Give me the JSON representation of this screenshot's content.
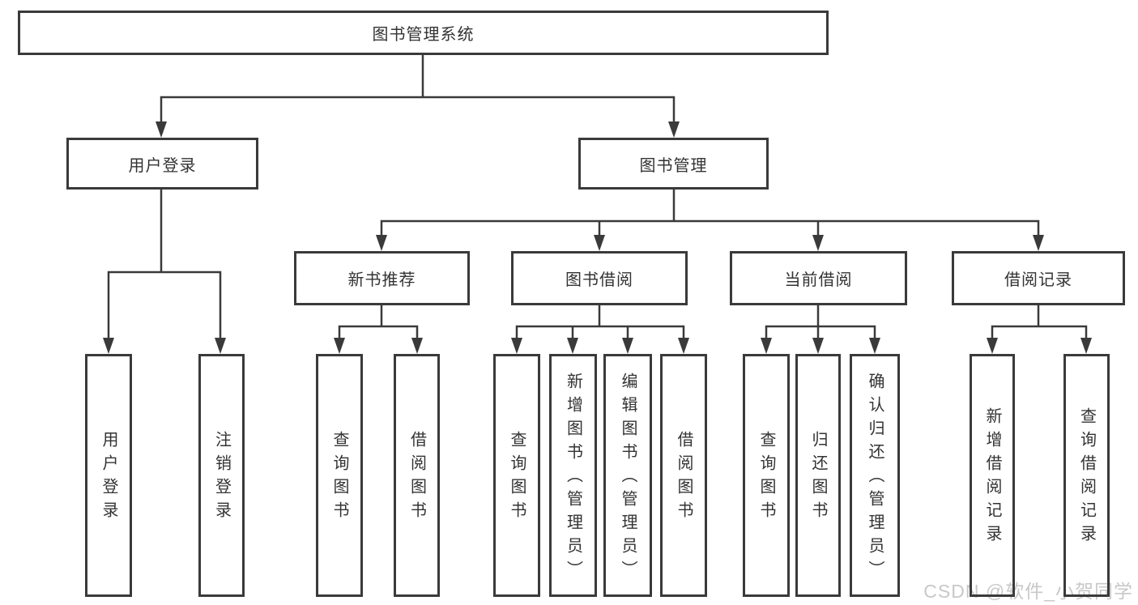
{
  "diagram": {
    "title": "图书管理系统",
    "modules": [
      {
        "label": "用户登录",
        "features": [
          {
            "label": "用户登录"
          },
          {
            "label": "注销登录"
          }
        ]
      },
      {
        "label": "图书管理",
        "submodules": [
          {
            "label": "新书推荐",
            "features": [
              {
                "label": "查询图书"
              },
              {
                "label": "借阅图书"
              }
            ]
          },
          {
            "label": "图书借阅",
            "features": [
              {
                "label": "查询图书"
              },
              {
                "label": "新增图书（管理员）"
              },
              {
                "label": "编辑图书（管理员）"
              },
              {
                "label": "借阅图书"
              }
            ]
          },
          {
            "label": "当前借阅",
            "features": [
              {
                "label": "查询图书"
              },
              {
                "label": "归还图书"
              },
              {
                "label": "确认归还（管理员）"
              }
            ]
          },
          {
            "label": "借阅记录",
            "features": [
              {
                "label": "新增借阅记录"
              },
              {
                "label": "查询借阅记录"
              }
            ]
          }
        ]
      }
    ]
  },
  "watermark": {
    "text": "CSDN @软件_小贺同学"
  },
  "colors": {
    "line": "#3a3a3a",
    "box_border": "#3a3a3a",
    "box_background": "#ffffff",
    "text": "#333333",
    "watermark": "#c8c8c8"
  }
}
